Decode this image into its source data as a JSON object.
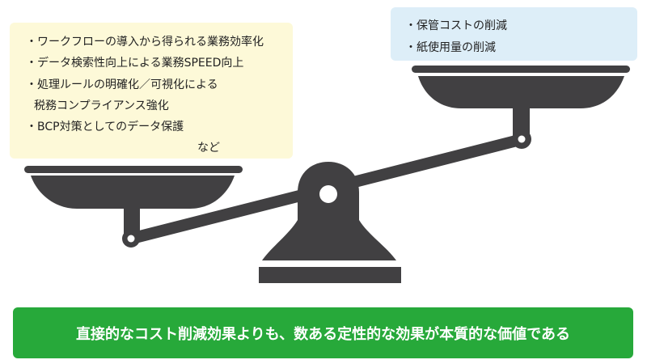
{
  "left_box": {
    "items": [
      "・ワークフローの導入から得られる業務効率化",
      "・データ検索性向上による業務SPEED向上",
      "・処理ルールの明確化／可視化による",
      "税務コンプライアンス強化",
      "・BCP対策としてのデータ保護"
    ],
    "etc": "など"
  },
  "right_box": {
    "items": [
      "・保管コストの削減",
      "・紙使用量の削減"
    ]
  },
  "banner": {
    "text": "直接的なコスト削減効果よりも、数ある定性的な効果が本質的な価値である"
  },
  "colors": {
    "scale": "#414042",
    "left_box": "#fdf9d8",
    "right_box": "#ddeef8",
    "banner": "#27a93a"
  }
}
